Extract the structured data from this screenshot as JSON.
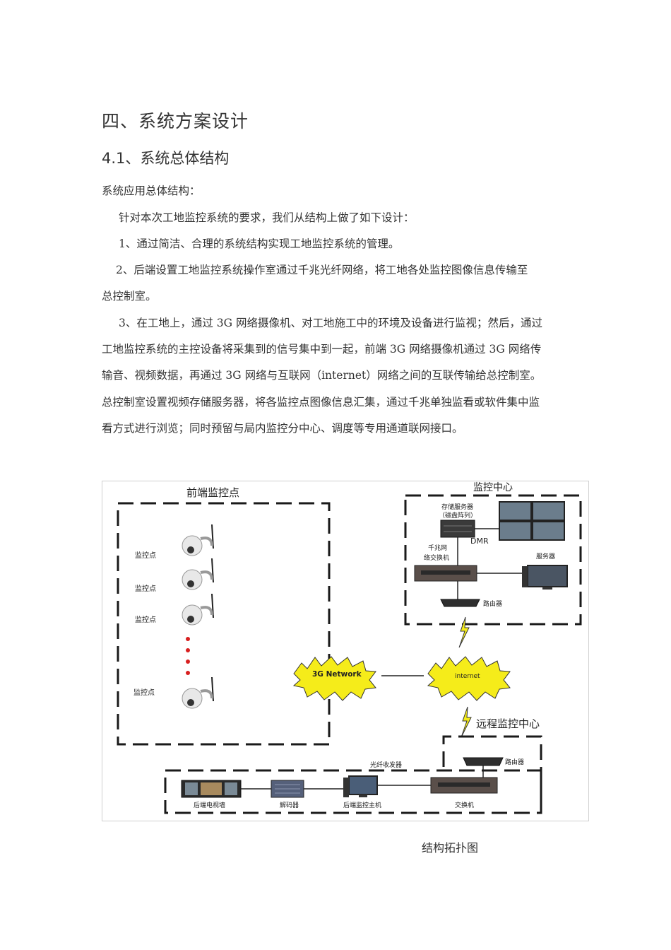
{
  "heading1": "四、系统方案设计",
  "heading2": {
    "num": "4.1",
    "text": "、系统总体结构"
  },
  "paragraphs": {
    "p1": "系统应用总体结构：",
    "p2": "针对本次工地监控系统的要求，我们从结构上做了如下设计：",
    "p3": "1、通过简洁、合理的系统结构实现工地监控系统的管理。",
    "p4a": "2、后端设置工地监控系统操作室通过千兆光纤网络，将工地各处监控图像信息传输至",
    "p4b": "总控制室。",
    "p5a": "3、在工地上，通过 3G 网络摄像机、对工地施工中的环境及设备进行监视；然后，通过",
    "p5b": "工地监控系统的主控设备将采集到的信号集中到一起，前端 3G 网络摄像机通过 3G 网络传",
    "p5c": "输音、视频数据，再通过 3G 网络与互联网（internet）网络之间的互联传输给总控制室。",
    "p5d": "总控制室设置视频存储服务器，将各监控点图像信息汇集，通过千兆单独监看或软件集中监",
    "p5e": "看方式进行浏览；同时预留与局内监控分中心、调度等专用通道联网接口。"
  },
  "diagram": {
    "front_title": "前端监控点",
    "front_points": [
      "监控点",
      "监控点",
      "监控点",
      "监控点"
    ],
    "center_title": "监控中心",
    "storage_label": "存储服务器",
    "storage_sub": "（磁盘阵列）",
    "dmr": "DMR",
    "gigabit_switch_a": "千兆网",
    "gigabit_switch_b": "络交换机",
    "server": "服务器",
    "router_top": "路由器",
    "cloud_3g": "3G Network",
    "cloud_internet": "internet",
    "remote_title": "远程监控中心",
    "fiber": "光纤收发器",
    "router_remote": "路由器",
    "tv_wall": "后端电视墙",
    "decoder": "解码器",
    "host": "后端监控主机",
    "switch_remote": "交换机"
  },
  "caption": "结构拓扑图",
  "colors": {
    "cloud_yellow": "#f5ec1a",
    "dash": "#1a1a1a"
  }
}
